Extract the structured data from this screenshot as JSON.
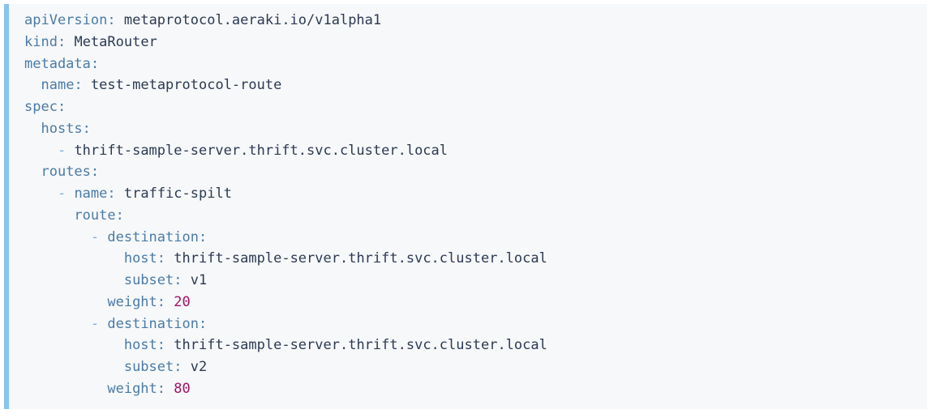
{
  "code_block": {
    "language": "yaml",
    "accent_color": "#85c5f0",
    "background_color": "#f7f8fa",
    "key_color": "#4a7ba7",
    "value_color": "#2b3a52",
    "number_color": "#a0116a",
    "dash_color": "#7fb0d8",
    "lines": [
      {
        "indent": "",
        "dash": "",
        "key": "apiVersion",
        "colon": ":",
        "value": " metaprotocol.aeraki.io/v1alpha1",
        "value_type": "string"
      },
      {
        "indent": "",
        "dash": "",
        "key": "kind",
        "colon": ":",
        "value": " MetaRouter",
        "value_type": "string"
      },
      {
        "indent": "",
        "dash": "",
        "key": "metadata",
        "colon": ":",
        "value": "",
        "value_type": "none"
      },
      {
        "indent": "  ",
        "dash": "",
        "key": "name",
        "colon": ":",
        "value": " test-metaprotocol-route",
        "value_type": "string"
      },
      {
        "indent": "",
        "dash": "",
        "key": "spec",
        "colon": ":",
        "value": "",
        "value_type": "none"
      },
      {
        "indent": "  ",
        "dash": "",
        "key": "hosts",
        "colon": ":",
        "value": "",
        "value_type": "none"
      },
      {
        "indent": "    ",
        "dash": "- ",
        "key": "",
        "colon": "",
        "value": "thrift-sample-server.thrift.svc.cluster.local",
        "value_type": "string"
      },
      {
        "indent": "  ",
        "dash": "",
        "key": "routes",
        "colon": ":",
        "value": "",
        "value_type": "none"
      },
      {
        "indent": "    ",
        "dash": "- ",
        "key": "name",
        "colon": ":",
        "value": " traffic-spilt",
        "value_type": "string"
      },
      {
        "indent": "      ",
        "dash": "",
        "key": "route",
        "colon": ":",
        "value": "",
        "value_type": "none"
      },
      {
        "indent": "        ",
        "dash": "- ",
        "key": "destination",
        "colon": ":",
        "value": "",
        "value_type": "none"
      },
      {
        "indent": "            ",
        "dash": "",
        "key": "host",
        "colon": ":",
        "value": " thrift-sample-server.thrift.svc.cluster.local",
        "value_type": "string"
      },
      {
        "indent": "            ",
        "dash": "",
        "key": "subset",
        "colon": ":",
        "value": " v1",
        "value_type": "string"
      },
      {
        "indent": "          ",
        "dash": "",
        "key": "weight",
        "colon": ":",
        "value": " 20",
        "value_type": "number"
      },
      {
        "indent": "        ",
        "dash": "- ",
        "key": "destination",
        "colon": ":",
        "value": "",
        "value_type": "none"
      },
      {
        "indent": "            ",
        "dash": "",
        "key": "host",
        "colon": ":",
        "value": " thrift-sample-server.thrift.svc.cluster.local",
        "value_type": "string"
      },
      {
        "indent": "            ",
        "dash": "",
        "key": "subset",
        "colon": ":",
        "value": " v2",
        "value_type": "string"
      },
      {
        "indent": "          ",
        "dash": "",
        "key": "weight",
        "colon": ":",
        "value": " 80",
        "value_type": "number"
      }
    ]
  }
}
